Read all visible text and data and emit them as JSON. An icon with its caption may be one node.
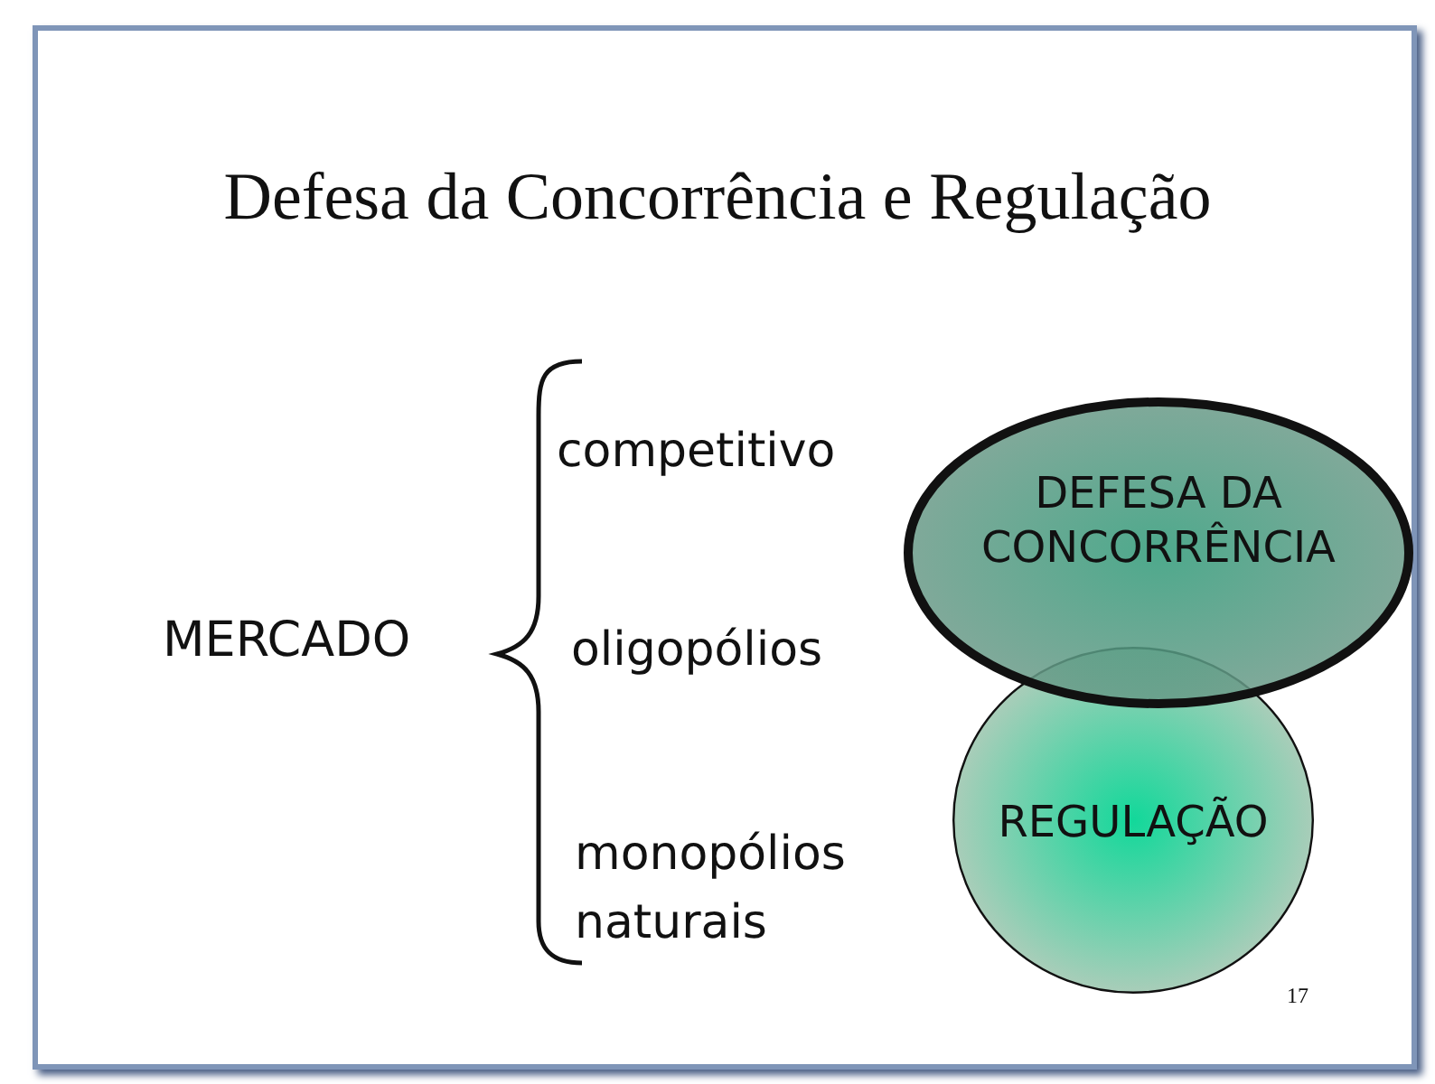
{
  "diagram": {
    "title": "Defesa da Concorrência e Regulação",
    "nodes": [
      {
        "text": [
          "DEFESA DA CONCORRÊNCIA"
        ]
      },
      {
        "text": [
          "REGULAÇÃO"
        ]
      }
    ],
    "labels": [
      "MERCADO",
      "competitivo",
      "oligopólios",
      "monopólios naturais",
      "17"
    ]
  }
}
